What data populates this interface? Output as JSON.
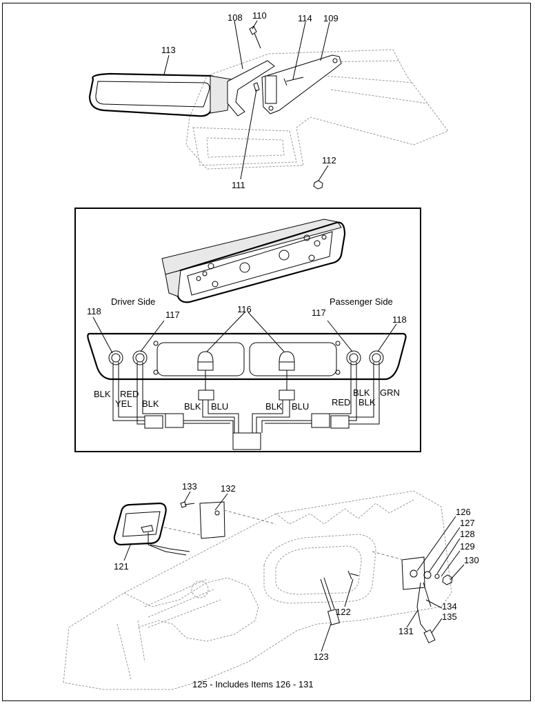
{
  "callouts": {
    "c108": "108",
    "c110": "110",
    "c114": "114",
    "c109": "109",
    "c113": "113",
    "c111": "111",
    "c112": "112",
    "c118a": "118",
    "c117a": "117",
    "c116": "116",
    "c117b": "117",
    "c118b": "118",
    "c133": "133",
    "c132": "132",
    "c121": "121",
    "c126": "126",
    "c127": "127",
    "c128": "128",
    "c129": "129",
    "c130": "130",
    "c122": "122",
    "c123": "123",
    "c131": "131",
    "c134": "134",
    "c135": "135"
  },
  "wiring": {
    "driver_side": "Driver Side",
    "passenger_side": "Passenger Side",
    "w_blk1": "BLK",
    "w_red1": "RED",
    "w_yel": "YEL",
    "w_blk2": "BLK",
    "w_blk3": "BLK",
    "w_blu1": "BLU",
    "w_blk4": "BLK",
    "w_blu2": "BLU",
    "w_red2": "RED",
    "w_blk5": "BLK",
    "w_blk6": "BLK",
    "w_grn": "GRN"
  },
  "footer": {
    "note": "125 - Includes Items 126 - 131"
  }
}
